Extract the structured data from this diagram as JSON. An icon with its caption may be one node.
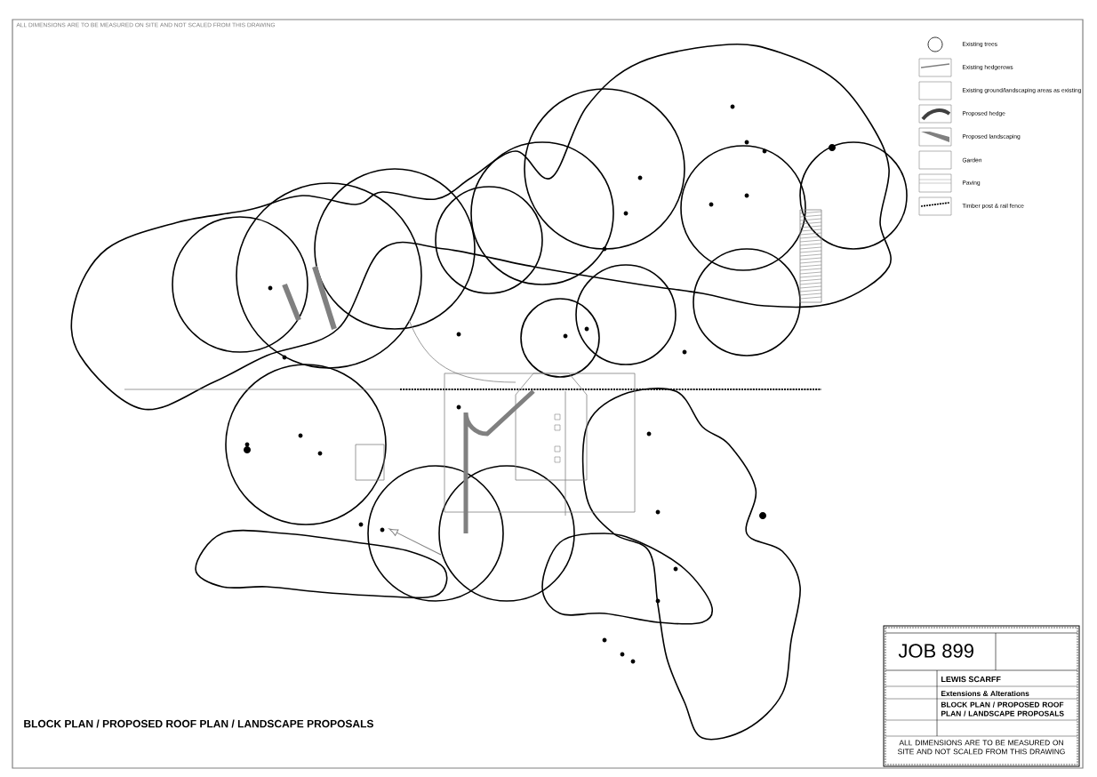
{
  "diagram": {
    "title": "BLOCK PLAN / PROPOSED ROOF PLAN / LANDSCAPE PROPOSALS",
    "labels": [
      "ALL DIMENSIONS ARE TO BE MEASURED ON SITE AND NOT SCALED FROM THIS DRAWING",
      "JOB 899",
      "LEWIS SCARFF",
      "Extensions & Alterations",
      "BLOCK PLAN / PROPOSED ROOF PLAN / LANDSCAPE PROPOSALS",
      "ALL DIMENSIONS ARE TO BE MEASURED ON SITE AND NOT SCALED FROM THIS DRAWING"
    ],
    "legend": [
      {
        "text": "Existing trees"
      },
      {
        "text": "Existing hedgerows"
      },
      {
        "text": "Existing ground/landscaping areas as existing"
      },
      {
        "text": "Proposed hedge"
      },
      {
        "text": "Proposed landscaping"
      },
      {
        "text": "Garden"
      },
      {
        "text": "Paving"
      },
      {
        "text": "Timber post & rail fence"
      }
    ]
  }
}
